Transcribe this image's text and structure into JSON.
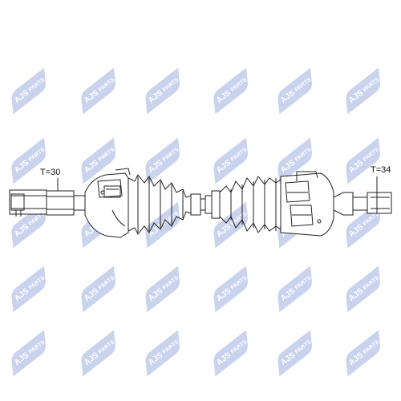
{
  "watermark": {
    "brand": "AJS",
    "suffix": "PARTS",
    "color": "#c9d3ee"
  },
  "labels": {
    "left_teeth": "T=30",
    "right_teeth": "T=34"
  },
  "colors": {
    "line": "#222222",
    "background": "#ffffff"
  }
}
